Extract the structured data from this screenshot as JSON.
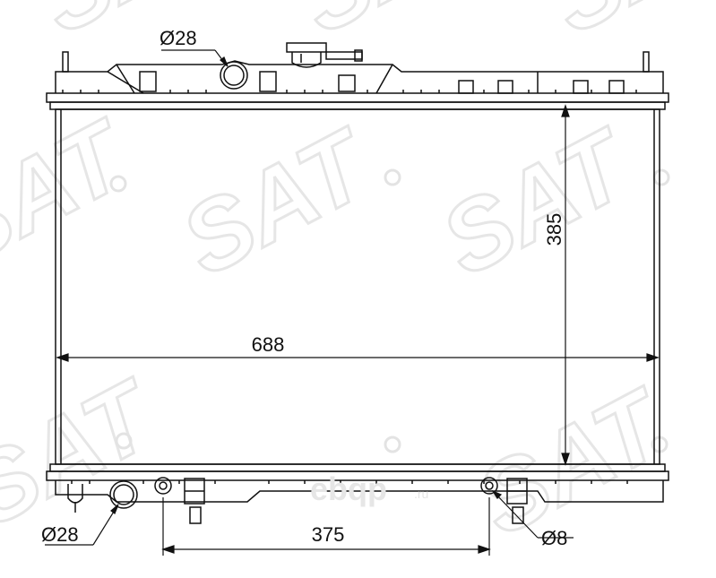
{
  "dimensions": {
    "cap_diameter_top": "Ø28",
    "inlet_diameter_bottom": "Ø28",
    "height": "385",
    "width": "688",
    "pipe_spacing": "375",
    "fitting_diameter": "Ø8"
  },
  "watermark": {
    "brand": "ebqp",
    "suffix": ".ru",
    "logo_text": "SAT",
    "registered": "®"
  },
  "colors": {
    "line": "#111111",
    "watermark": "#e3e3e3"
  }
}
